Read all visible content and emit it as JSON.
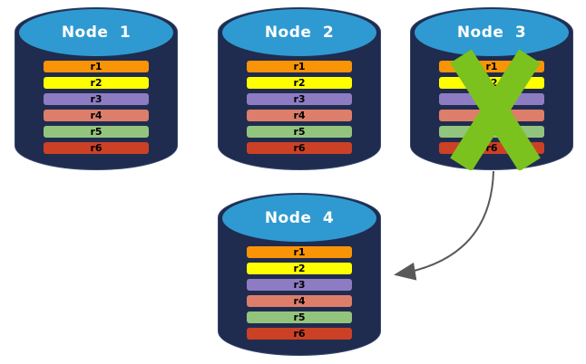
{
  "diagram": {
    "colors": {
      "background": "#FFFFFF",
      "cylinder_body": "#1F2C4F",
      "cylinder_top": "#2F9AD1",
      "cross": "#7CC21E",
      "arrow": "#595959",
      "title_text": "#FFFFFF",
      "row_text": "#000000"
    },
    "nodes": [
      {
        "title": "Node 1",
        "failed": false,
        "rows": [
          {
            "label": "r1",
            "color": "#F99406"
          },
          {
            "label": "r2",
            "color": "#FFFF00"
          },
          {
            "label": "r3",
            "color": "#8E7CC3"
          },
          {
            "label": "r4",
            "color": "#DD7E6B"
          },
          {
            "label": "r5",
            "color": "#93C47D"
          },
          {
            "label": "r6",
            "color": "#CC4125"
          }
        ]
      },
      {
        "title": "Node 2",
        "failed": false,
        "rows": [
          {
            "label": "r1",
            "color": "#F99406"
          },
          {
            "label": "r2",
            "color": "#FFFF00"
          },
          {
            "label": "r3",
            "color": "#8E7CC3"
          },
          {
            "label": "r4",
            "color": "#DD7E6B"
          },
          {
            "label": "r5",
            "color": "#93C47D"
          },
          {
            "label": "r6",
            "color": "#CC4125"
          }
        ]
      },
      {
        "title": "Node 3",
        "failed": true,
        "rows": [
          {
            "label": "r1",
            "color": "#F99406"
          },
          {
            "label": "r2",
            "color": "#FFFF00"
          },
          {
            "label": "r3",
            "color": "#8E7CC3"
          },
          {
            "label": "r4",
            "color": "#DD7E6B"
          },
          {
            "label": "r5",
            "color": "#93C47D"
          },
          {
            "label": "r6",
            "color": "#CC4125"
          }
        ]
      },
      {
        "title": "Node 4",
        "failed": false,
        "rows": [
          {
            "label": "r1",
            "color": "#F99406"
          },
          {
            "label": "r2",
            "color": "#FFFF00"
          },
          {
            "label": "r3",
            "color": "#8E7CC3"
          },
          {
            "label": "r4",
            "color": "#DD7E6B"
          },
          {
            "label": "r5",
            "color": "#93C47D"
          },
          {
            "label": "r6",
            "color": "#CC4125"
          }
        ]
      }
    ],
    "arrow": {
      "from": "Node 3",
      "to": "Node 4"
    }
  }
}
